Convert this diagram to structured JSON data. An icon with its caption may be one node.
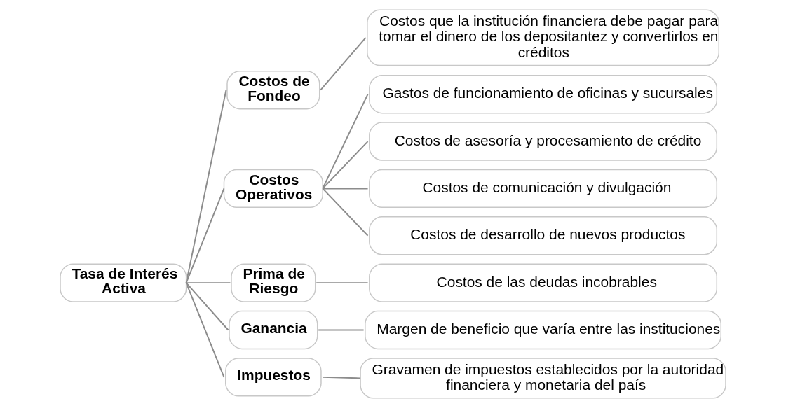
{
  "diagram": {
    "nodes": [
      {
        "text": [
          "Tasa de Interés Activa"
        ]
      },
      {
        "text": [
          "Costos de Fondeo"
        ]
      },
      {
        "text": [
          "Costos que la institución financiera debe pagar para tomar el dinero de los depositantez y convertirlos en créditos"
        ]
      },
      {
        "text": [
          "Costos Operativos"
        ]
      },
      {
        "text": [
          "Gastos de funcionamiento de oficinas y sucursales"
        ]
      },
      {
        "text": [
          "Costos de asesoría y procesamiento de crédito"
        ]
      },
      {
        "text": [
          "Costos de comunicación y divulgación"
        ]
      },
      {
        "text": [
          "Costos de desarrollo de nuevos productos"
        ]
      },
      {
        "text": [
          "Prima de Riesgo"
        ]
      },
      {
        "text": [
          "Costos de las deudas incobrables"
        ]
      },
      {
        "text": [
          "Ganancia"
        ]
      },
      {
        "text": [
          "Margen de beneficio que varía entre las instituciones"
        ]
      },
      {
        "text": [
          "Impuestos"
        ]
      },
      {
        "text": [
          "Gravamen de impuestos establecidos por la autoridad financiera y monetaria del país"
        ]
      }
    ],
    "edges": [
      {
        "from": 0,
        "to": 1,
        "arrow": "none"
      },
      {
        "from": 0,
        "to": 3,
        "arrow": "none"
      },
      {
        "from": 0,
        "to": 8,
        "arrow": "none"
      },
      {
        "from": 0,
        "to": 10,
        "arrow": "none"
      },
      {
        "from": 0,
        "to": 12,
        "arrow": "none"
      },
      {
        "from": 1,
        "to": 2,
        "arrow": "none"
      },
      {
        "from": 3,
        "to": 4,
        "arrow": "none"
      },
      {
        "from": 3,
        "to": 5,
        "arrow": "none"
      },
      {
        "from": 3,
        "to": 6,
        "arrow": "none"
      },
      {
        "from": 3,
        "to": 7,
        "arrow": "none"
      },
      {
        "from": 8,
        "to": 9,
        "arrow": "none"
      },
      {
        "from": 10,
        "to": 11,
        "arrow": "none"
      },
      {
        "from": 12,
        "to": 13,
        "arrow": "none"
      }
    ]
  }
}
